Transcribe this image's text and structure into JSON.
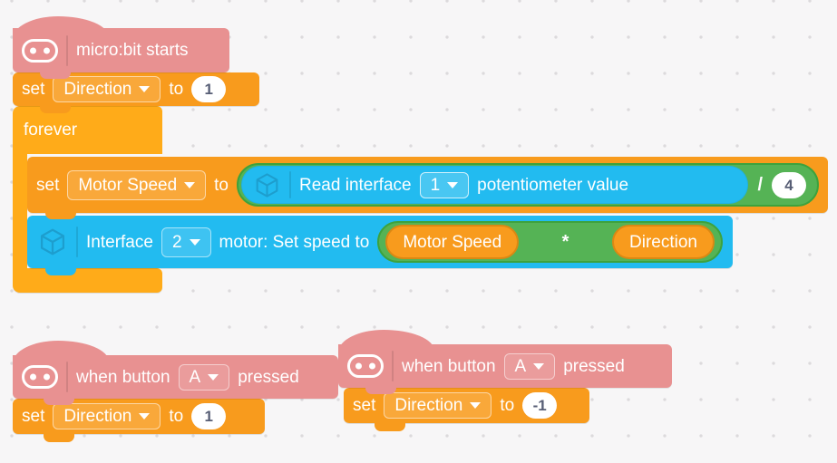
{
  "workspace": {
    "background_color": "#f7f6f7",
    "dot_color": "#dcdadc"
  },
  "palette": {
    "event_pink": "#e89191",
    "variable_orange": "#f89b1d",
    "control_amber": "#ffab19",
    "device_blue": "#22bbf0",
    "operator_green": "#55b355",
    "operator_green_border": "#3da23d",
    "value_text": "#575e75"
  },
  "icons": {
    "microbit_face": "microbit-face-icon",
    "device_cube": "cube-icon",
    "dropdown_arrow": "chevron-down-icon"
  },
  "blocks": {
    "start_hat": {
      "label": "micro:bit starts"
    },
    "set_direction_top": {
      "set_label": "set",
      "variable": "Direction",
      "to_label": "to",
      "value": "1"
    },
    "forever": {
      "label": "forever"
    },
    "set_motor_speed": {
      "set_label": "set",
      "variable": "Motor Speed",
      "to_label": "to"
    },
    "read_potentiometer": {
      "label_prefix": "Read interface",
      "interface_number": "1",
      "label_suffix": "potentiometer value"
    },
    "division": {
      "operator": "/",
      "divisor": "4"
    },
    "motor_set_speed": {
      "label_prefix": "Interface",
      "interface_number": "2",
      "label_suffix": "motor: Set speed to"
    },
    "multiplication": {
      "operator": "*",
      "left_operand": "Motor Speed",
      "right_operand": "Direction"
    },
    "button_hat_left": {
      "label_prefix": "when button",
      "button": "A",
      "label_suffix": "pressed"
    },
    "set_direction_left": {
      "set_label": "set",
      "variable": "Direction",
      "to_label": "to",
      "value": "1"
    },
    "button_hat_right": {
      "label_prefix": "when button",
      "button": "A",
      "label_suffix": "pressed"
    },
    "set_direction_right": {
      "set_label": "set",
      "variable": "Direction",
      "to_label": "to",
      "value": "-1"
    }
  }
}
